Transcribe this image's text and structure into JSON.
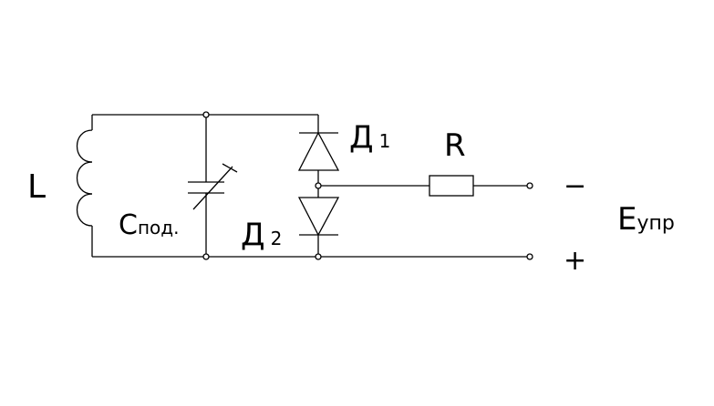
{
  "diagram": {
    "labels": {
      "inductor": "L",
      "capacitor_main": "C",
      "capacitor_sub": "под.",
      "diode1_main": "Д",
      "diode1_index": "1",
      "diode2_main": "Д",
      "diode2_index": "2",
      "resistor": "R",
      "supply_main": "E",
      "supply_sub": "упр",
      "minus": "−",
      "plus": "+"
    }
  }
}
